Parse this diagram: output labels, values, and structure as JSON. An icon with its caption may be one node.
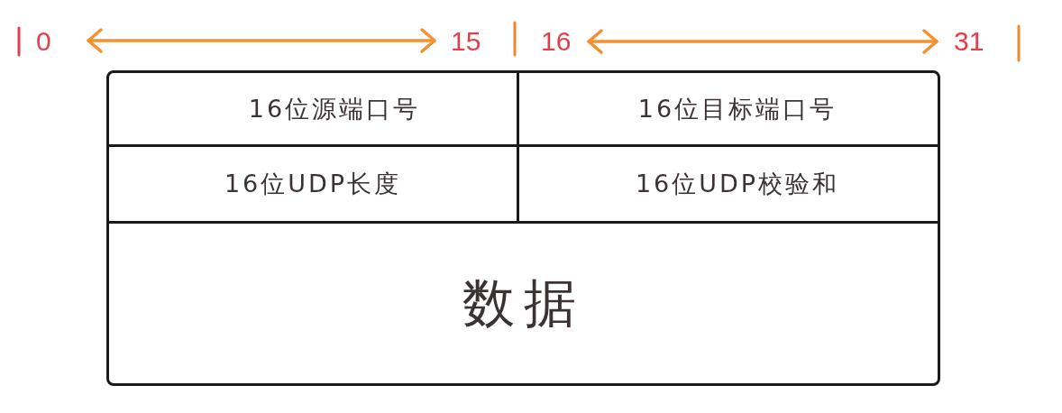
{
  "diagram": {
    "nodes": [
      {
        "text": [
          "16位源端口号"
        ]
      },
      {
        "text": [
          "16位目标端口号"
        ]
      },
      {
        "text": [
          "16位UDP长度"
        ]
      },
      {
        "text": [
          "16位UDP校验和"
        ]
      },
      {
        "text": [
          "数据"
        ]
      }
    ],
    "labels": [
      "0",
      "15",
      "16",
      "31"
    ]
  }
}
